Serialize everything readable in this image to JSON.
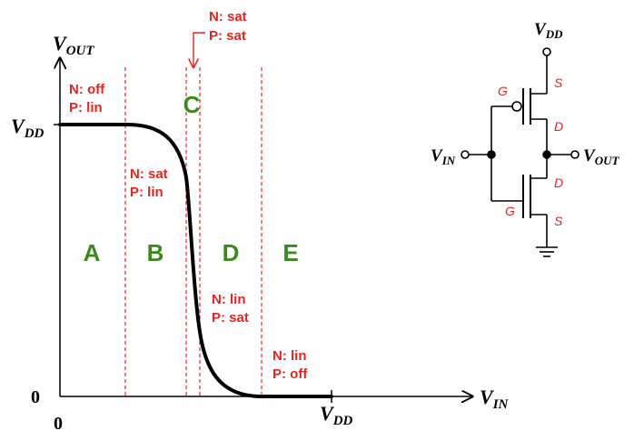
{
  "graph": {
    "y_axis_label": {
      "main": "V",
      "sub": "OUT"
    },
    "x_axis_label": {
      "main": "V",
      "sub": "IN"
    },
    "y_vdd_label": {
      "main": "V",
      "sub": "DD"
    },
    "x_vdd_label": {
      "main": "V",
      "sub": "DD"
    },
    "y_zero": "0",
    "x_zero": "0"
  },
  "regions": [
    {
      "name": "A"
    },
    {
      "name": "B"
    },
    {
      "name": "C"
    },
    {
      "name": "D"
    },
    {
      "name": "E"
    }
  ],
  "annotations": {
    "a": {
      "n": "N: off",
      "p": "P: lin"
    },
    "b": {
      "n": "N: sat",
      "p": "P: lin"
    },
    "c": {
      "n": "N: sat",
      "p": "P: sat"
    },
    "d": {
      "n": "N: lin",
      "p": "P: sat"
    },
    "e": {
      "n": "N: lin",
      "p": "P: off"
    }
  },
  "circuit": {
    "vdd": {
      "main": "V",
      "sub": "DD"
    },
    "vin": {
      "main": "V",
      "sub": "IN"
    },
    "vout": {
      "main": "V",
      "sub": "OUT"
    },
    "pmos": {
      "gate": "G",
      "source": "S",
      "drain": "D"
    },
    "nmos": {
      "gate": "G",
      "source": "S",
      "drain": "D"
    }
  },
  "colors": {
    "annotation": "#e8231f",
    "region": "#3b8a1e",
    "curve": "#000000"
  }
}
